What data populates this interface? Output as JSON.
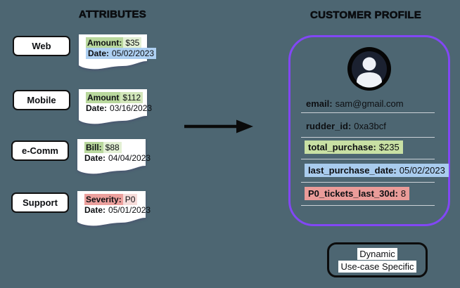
{
  "colors": {
    "background": "#4d6672",
    "profile_border": "#8247f5",
    "green_highlight": "#b9d89d",
    "blue_highlight": "#aed0f2",
    "red_highlight": "#eca09d",
    "profile_green": "#c8e0a4",
    "profile_blue": "#a9ccee",
    "profile_red": "#ea9c99"
  },
  "icons": {
    "avatar": "user-avatar-icon",
    "arrow": "right-arrow-icon"
  },
  "left": {
    "title": "ATTRIBUTES",
    "sources": [
      "Web",
      "Mobile",
      "e-Comm",
      "Support"
    ],
    "receipts": [
      {
        "l1_label": "Amount:",
        "l1_value": "$35",
        "l2_label": "Date:",
        "l2_value": "05/02/2023"
      },
      {
        "l1_label": "Amount",
        "l1_value": "$112",
        "l2_label": "Date:",
        "l2_value": "03/16/2023"
      },
      {
        "l1_label": "Bill:",
        "l1_value": "$88",
        "l2_label": "Date:",
        "l2_value": "04/04/2023"
      },
      {
        "l1_label": "Severity:",
        "l1_value": "P0",
        "l2_label": "Date:",
        "l2_value": "05/01/2023"
      }
    ]
  },
  "profile": {
    "title": "CUSTOMER PROFILE",
    "fields": [
      {
        "label": "email:",
        "value": "sam@gmail.com"
      },
      {
        "label": "rudder_id:",
        "value": "0xa3bcf"
      },
      {
        "label": "total_purchase:",
        "value": "$235"
      },
      {
        "label": "last_purchase_date:",
        "value": "05/02/2023"
      },
      {
        "label": "P0_tickets_last_30d:",
        "value": "8"
      }
    ]
  },
  "legend": {
    "line1": "Dynamic",
    "line2": "Use-case Specific"
  }
}
